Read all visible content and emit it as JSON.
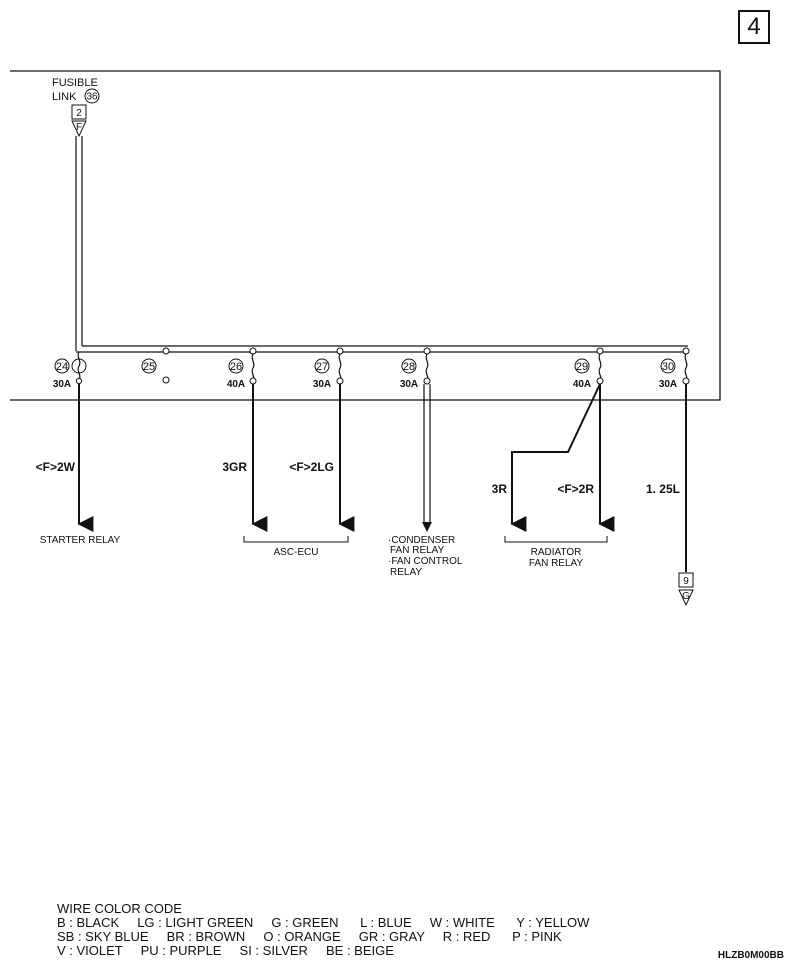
{
  "page_number": "4",
  "fusible_link": {
    "line1": "FUSIBLE",
    "line2": "LINK",
    "link_number": "36",
    "connector_number": "2",
    "connector_letter": "F"
  },
  "fuses": [
    {
      "number": "24",
      "rating": "30A"
    },
    {
      "number": "25",
      "rating": ""
    },
    {
      "number": "26",
      "rating": "40A"
    },
    {
      "number": "27",
      "rating": "30A"
    },
    {
      "number": "28",
      "rating": "30A"
    },
    {
      "number": "29",
      "rating": "40A"
    },
    {
      "number": "30",
      "rating": "30A"
    }
  ],
  "wires": {
    "w24": "<F>2W",
    "w26": "3GR",
    "w27": "<F>2LG",
    "w29a": "3R",
    "w29b": "<F>2R",
    "w30": "1. 25L"
  },
  "destinations": {
    "starter": "STARTER RELAY",
    "asc": "ASC-ECU",
    "condenser": [
      "·CONDENSER",
      "FAN RELAY",
      "·FAN CONTROL",
      "RELAY"
    ],
    "radiator": [
      "RADIATOR",
      "FAN RELAY"
    ]
  },
  "connector_out": {
    "number": "9",
    "letter": "G"
  },
  "wire_color_code": {
    "title": "WIRE COLOR CODE",
    "lines": [
      "B : BLACK     LG : LIGHT GREEN     G : GREEN      L : BLUE     W : WHITE      Y : YELLOW",
      "SB : SKY BLUE     BR : BROWN     O : ORANGE     GR : GRAY     R : RED      P : PINK",
      "V : VIOLET     PU : PURPLE     SI : SILVER     BE : BEIGE"
    ]
  },
  "diagram_code": "HLZB0M00BB"
}
